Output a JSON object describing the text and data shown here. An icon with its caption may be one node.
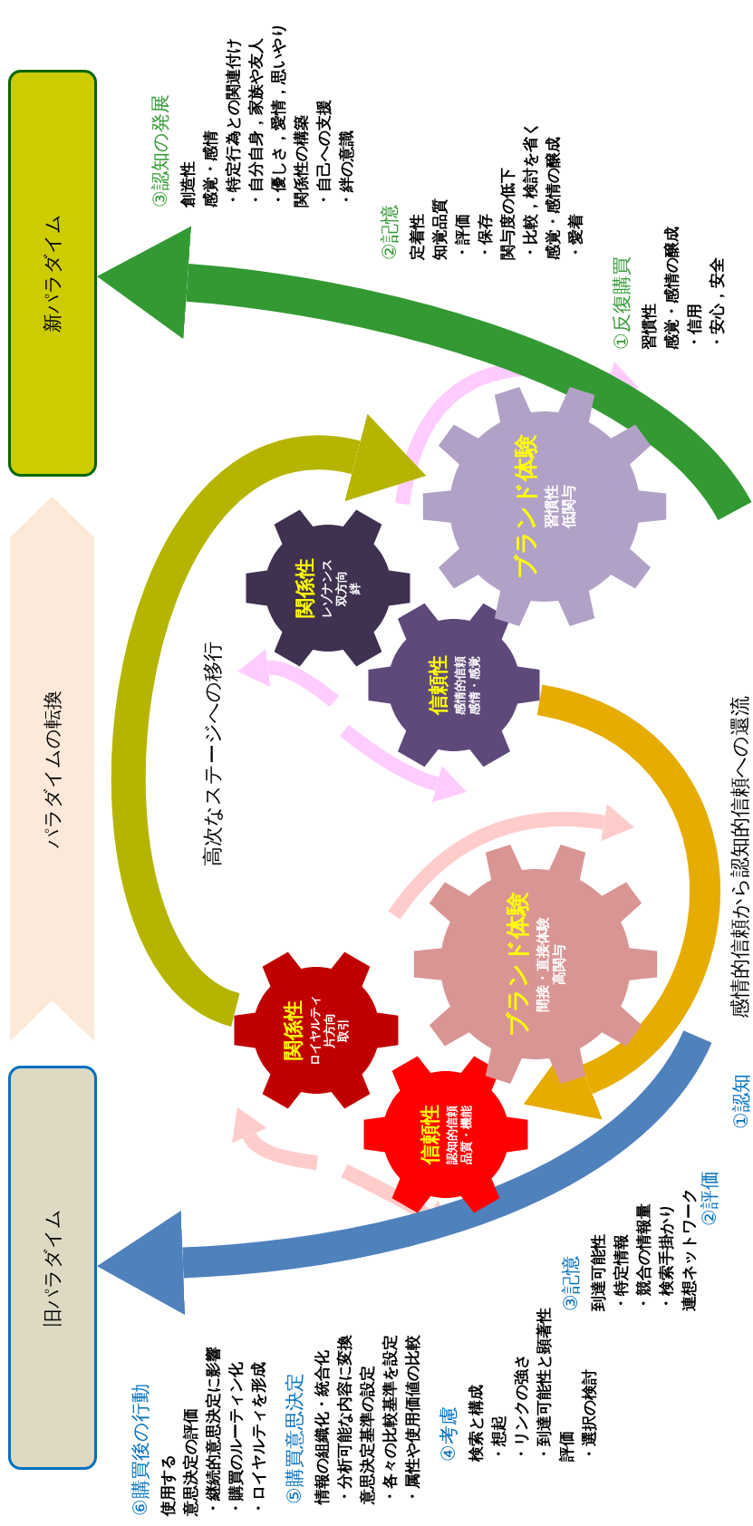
{
  "diagram": {
    "nodes": [
      {
        "text": [
          "旧パラダイム"
        ]
      },
      {
        "text": [
          "パラダイムの転換"
        ]
      },
      {
        "text": [
          "新パラダイム"
        ]
      },
      {
        "text": [
          "関係性",
          "ロイヤルティ",
          "片方向",
          "取引"
        ]
      },
      {
        "text": [
          "信頼性",
          "認知的信頼",
          "品質・機能"
        ]
      },
      {
        "text": [
          "ブランド体験",
          "間接・直接体験",
          "高関与"
        ]
      },
      {
        "text": [
          "関係性",
          "レゾナンス",
          "双方向",
          "絆"
        ]
      },
      {
        "text": [
          "信頼性",
          "感情的信頼",
          "感情・感覚"
        ]
      },
      {
        "text": [
          "ブランド体験",
          "習慣性",
          "低関与"
        ]
      }
    ],
    "edges": [
      {
        "from": null,
        "to": 0,
        "arrow": "to",
        "color": "#4f81bd"
      },
      {
        "from": 3,
        "to": 8,
        "arrow": "to",
        "color": "#b5b500"
      },
      {
        "from": 7,
        "to": 4,
        "arrow": "to",
        "color": "#e6ac00"
      },
      {
        "from": null,
        "to": 2,
        "arrow": "to",
        "color": "#339933"
      }
    ],
    "labels": [
      "③認知の発展",
      "創造性",
      "感覚・感情",
      "・特定行為との関連付け",
      "・自分自身，家族や友人",
      "・優しさ，愛情，思いやり",
      "関係性の構築",
      "・自己への支援",
      "・絆の意識",
      "②記憶",
      "定着性",
      "知覚品質",
      "・評価",
      "・保存",
      "関与度の低下",
      "・比較，検討を省く",
      "感覚・感情の醸成",
      "・愛着",
      "①反復購買",
      "習慣性",
      "感覚・感情の醸成",
      "・信用",
      "・安心，安全",
      "高次なステージへの移行",
      "感情的信頼から認知的信頼への還流",
      "⑥購買後の行動",
      "使用する",
      "意思決定の評価",
      "・継続的意思決定に影響",
      "・購買のルーティン化",
      "・ロイヤルティを形成",
      "⑤購買意思決定",
      "情報の組織化・統合化",
      "・分析可能な内容に変換",
      "意思決定基準の設定",
      "・各々の比較基準を設定",
      "・属性や使用価値の比較",
      "④考慮",
      "検索と構成",
      "・想起",
      "・リンクの強さ",
      "・到達可能性と顕著性",
      "評価",
      "・選択の検討",
      "③記憶",
      "到達可能性",
      "・特定情報",
      "・競合の情報量",
      "・検索手掛かり",
      "連想ネットワーク",
      "②評価",
      "①認知"
    ]
  }
}
